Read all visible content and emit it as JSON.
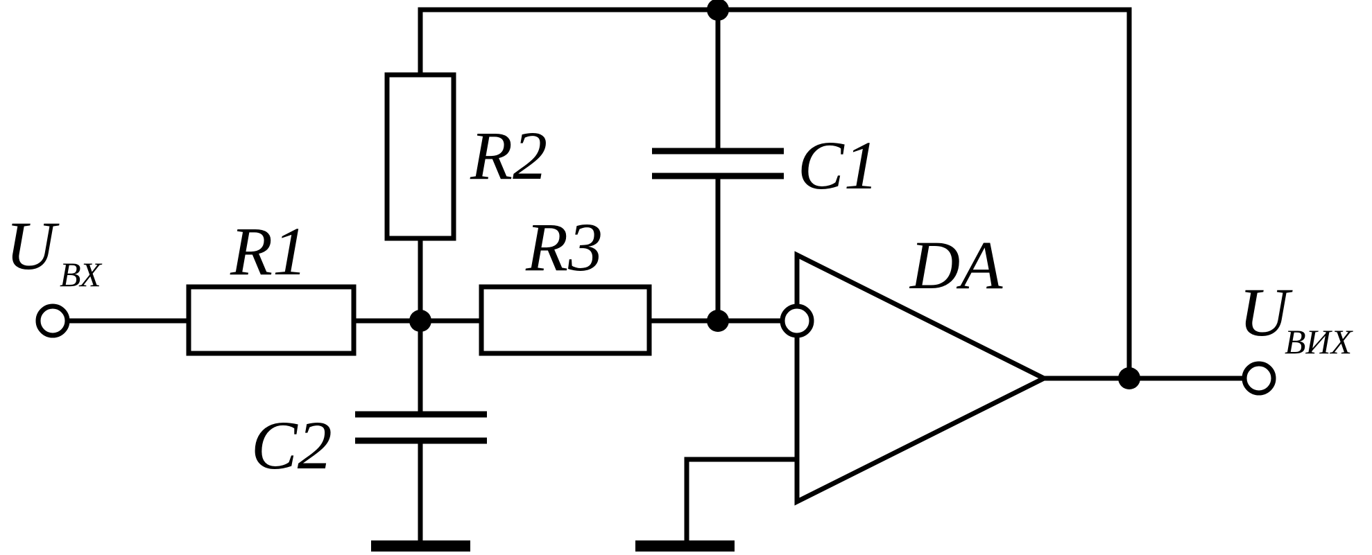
{
  "colors": {
    "line": "#000000",
    "background": "#ffffff"
  },
  "labels": {
    "u_in_main": "U",
    "u_in_sub": "ВХ",
    "u_out_main": "U",
    "u_out_sub": "ВИХ",
    "r1": "R1",
    "r2": "R2",
    "r3": "R3",
    "c1": "C1",
    "c2": "C2",
    "opamp": "DA"
  }
}
